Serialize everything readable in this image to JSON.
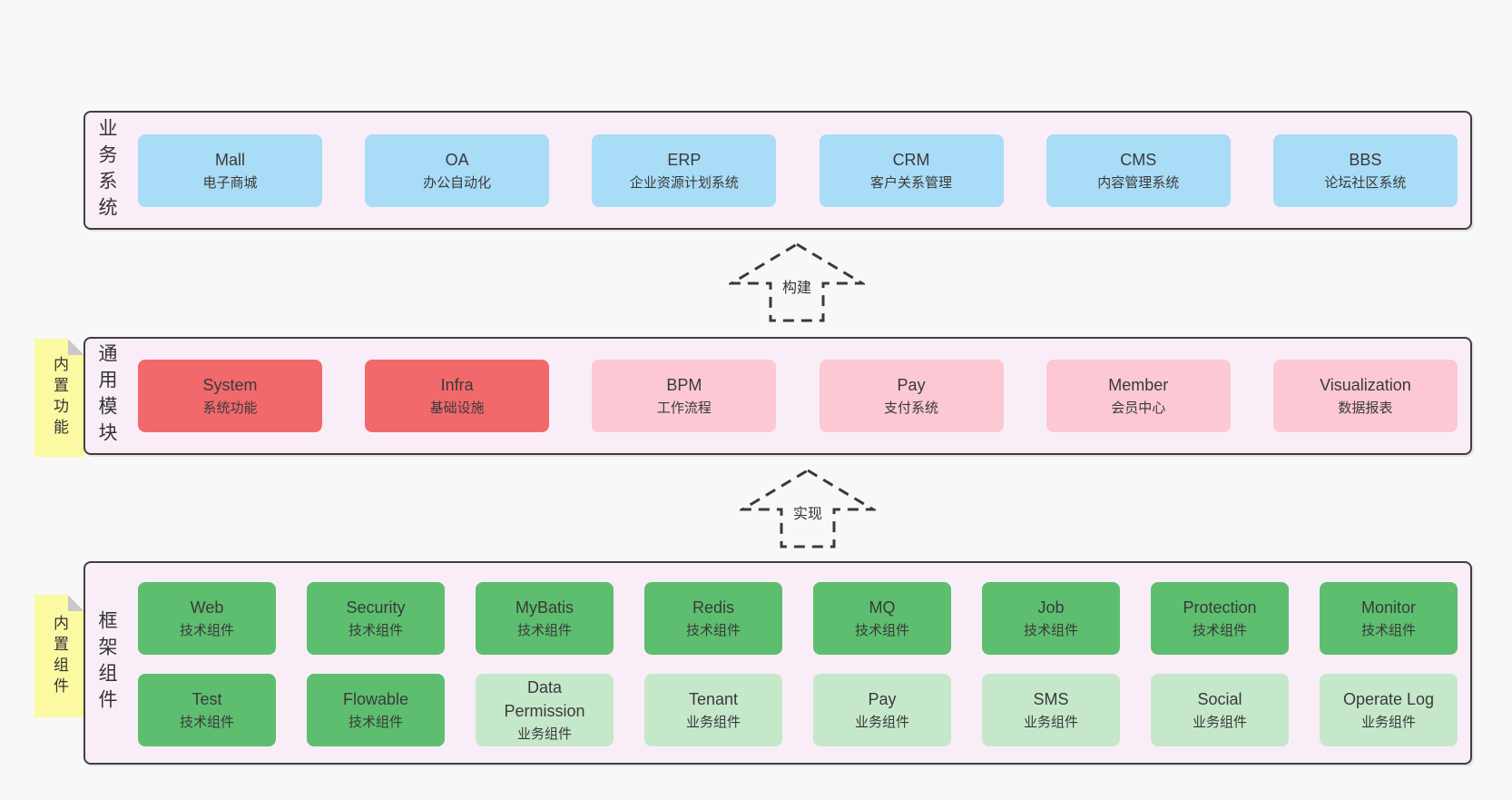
{
  "diagram": {
    "colors": {
      "page_bg": "#f8f8f8",
      "band_bg": "#f9eef7",
      "band_border": "#3f3f3f",
      "blue": "#a9dcf6",
      "red": "#f2696c",
      "pink": "#fbc8d3",
      "green": "#5dbe6f",
      "light_green": "#c5e8ca",
      "sticky_yellow": "#fbf9a2",
      "fold_gray": "#c9c9c9",
      "text": "#3a3a3a"
    }
  },
  "arrows": [
    {
      "label": "构建"
    },
    {
      "label": "实现"
    }
  ],
  "bands": [
    {
      "label": "业务系统",
      "boxes": [
        {
          "name": "Mall",
          "desc": "电子商城",
          "variant": "blue"
        },
        {
          "name": "OA",
          "desc": "办公自动化",
          "variant": "blue"
        },
        {
          "name": "ERP",
          "desc": "企业资源计划系统",
          "variant": "blue"
        },
        {
          "name": "CRM",
          "desc": "客户关系管理",
          "variant": "blue"
        },
        {
          "name": "CMS",
          "desc": "内容管理系统",
          "variant": "blue"
        },
        {
          "name": "BBS",
          "desc": "论坛社区系统",
          "variant": "blue"
        }
      ]
    },
    {
      "label": "通用模块",
      "sticky": "内置功能",
      "boxes": [
        {
          "name": "System",
          "desc": "系统功能",
          "variant": "red"
        },
        {
          "name": "Infra",
          "desc": "基础设施",
          "variant": "red"
        },
        {
          "name": "BPM",
          "desc": "工作流程",
          "variant": "pink"
        },
        {
          "name": "Pay",
          "desc": "支付系统",
          "variant": "pink"
        },
        {
          "name": "Member",
          "desc": "会员中心",
          "variant": "pink"
        },
        {
          "name": "Visualization",
          "desc": "数据报表",
          "variant": "pink"
        }
      ]
    },
    {
      "label": "框架组件",
      "sticky": "内置组件",
      "rows": [
        [
          {
            "name": "Web",
            "desc": "技术组件",
            "variant": "green"
          },
          {
            "name": "Security",
            "desc": "技术组件",
            "variant": "green"
          },
          {
            "name": "MyBatis",
            "desc": "技术组件",
            "variant": "green"
          },
          {
            "name": "Redis",
            "desc": "技术组件",
            "variant": "green"
          },
          {
            "name": "MQ",
            "desc": "技术组件",
            "variant": "green"
          },
          {
            "name": "Job",
            "desc": "技术组件",
            "variant": "green"
          },
          {
            "name": "Protection",
            "desc": "技术组件",
            "variant": "green"
          },
          {
            "name": "Monitor",
            "desc": "技术组件",
            "variant": "green"
          }
        ],
        [
          {
            "name": "Test",
            "desc": "技术组件",
            "variant": "green"
          },
          {
            "name": "Flowable",
            "desc": "技术组件",
            "variant": "green"
          },
          {
            "name": "Data Permission",
            "desc": "业务组件",
            "variant": "light-green"
          },
          {
            "name": "Tenant",
            "desc": "业务组件",
            "variant": "light-green"
          },
          {
            "name": "Pay",
            "desc": "业务组件",
            "variant": "light-green"
          },
          {
            "name": "SMS",
            "desc": "业务组件",
            "variant": "light-green"
          },
          {
            "name": "Social",
            "desc": "业务组件",
            "variant": "light-green"
          },
          {
            "name": "Operate Log",
            "desc": "业务组件",
            "variant": "light-green"
          }
        ]
      ]
    }
  ]
}
